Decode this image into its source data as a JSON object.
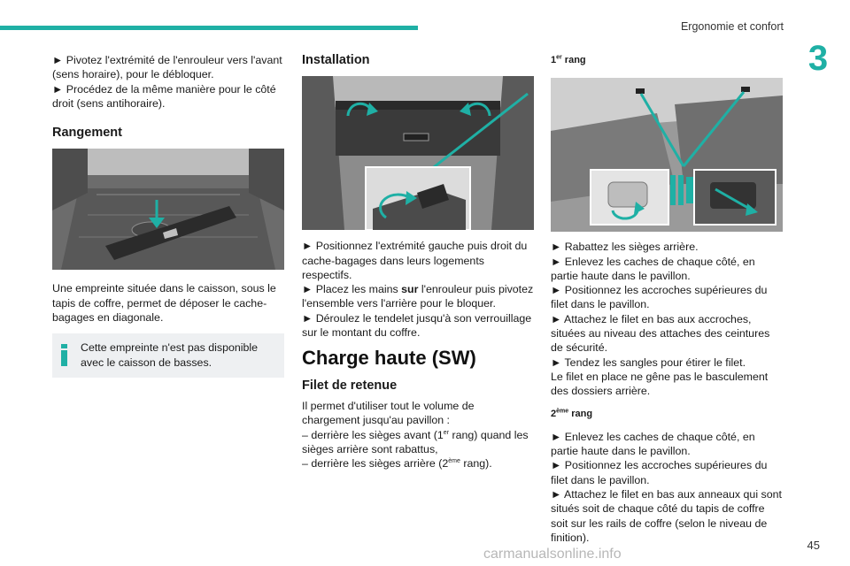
{
  "header": {
    "section_title": "Ergonomie et confort",
    "chapter_number": "3",
    "accent_color": "#1fb0a5"
  },
  "col1": {
    "steps_top": [
      "► Pivotez l'extrémité de l'enrouleur vers l'avant (sens horaire), pour le débloquer.",
      "► Procédez de la même manière pour le côté droit (sens antihoraire)."
    ],
    "heading": "Rangement",
    "paragraph": "Une empreinte située dans le caisson, sous le tapis de coffre, permet de déposer le cache-bagages en diagonale.",
    "note": "Cette empreinte n'est pas disponible avec le caisson de basses.",
    "note_icon": "info-icon"
  },
  "col2": {
    "heading": "Installation",
    "steps": [
      "► Positionnez l'extrémité gauche puis droit du cache-bagages dans leurs logements respectifs.",
      "► Placez les mains ",
      "sur",
      " l'enrouleur puis pivotez l'ensemble vers l'arrière pour le bloquer.",
      "► Déroulez le tendelet jusqu'à son verrouillage sur le montant du coffre."
    ],
    "section_title": "Charge haute (SW)",
    "subheading": "Filet de retenue",
    "intro": "Il permet d'utiliser tout le volume de chargement jusqu'au pavillon :",
    "item1_a": "– derrière les sièges avant (1",
    "item1_sup": "er",
    "item1_b": " rang) quand les sièges arrière sont rabattus,",
    "item2_a": "– derrière les sièges arrière (2",
    "item2_sup": "ème",
    "item2_b": " rang)."
  },
  "col3": {
    "row1_num": "1",
    "row1_sup": "er",
    "row1_word": " rang",
    "row1_steps": [
      "► Rabattez les sièges arrière.",
      "► Enlevez les caches de chaque côté, en partie haute dans le pavillon.",
      "► Positionnez les accroches supérieures du filet dans le pavillon.",
      "► Attachez le filet en bas aux accroches, situées au niveau des attaches des ceintures de sécurité.",
      "► Tendez les sangles pour étirer le filet."
    ],
    "row1_note": "Le filet en place ne gêne pas le basculement des dossiers arrière.",
    "row2_num": "2",
    "row2_sup": "ème",
    "row2_word": " rang",
    "row2_steps": [
      "► Enlevez les caches de chaque côté, en partie haute dans le pavillon.",
      "► Positionnez les accroches supérieures du filet dans le pavillon.",
      "► Attachez le filet en bas aux anneaux qui sont situés soit de chaque côté du tapis de coffre soit sur les rails de coffre (selon le niveau de finition)."
    ]
  },
  "footer": {
    "page_number": "45",
    "watermark": "carmanualsonline.info"
  }
}
